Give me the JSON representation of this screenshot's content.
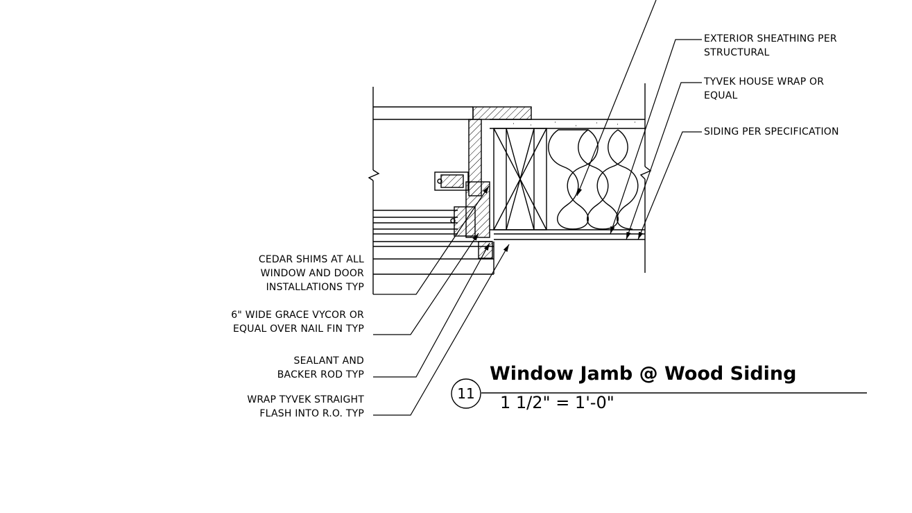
{
  "notes": {
    "exterior_sheathing": [
      "EXTERIOR SHEATHING PER",
      "STRUCTURAL"
    ],
    "tyvek_wrap": [
      "TYVEK HOUSE WRAP OR",
      "EQUAL"
    ],
    "siding": [
      "SIDING PER SPECIFICATION"
    ],
    "cedar_shims": [
      "CEDAR SHIMS AT ALL",
      "WINDOW AND DOOR",
      "INSTALLATIONS TYP"
    ],
    "grace_vycor": [
      "6\" WIDE GRACE VYCOR OR",
      "EQUAL OVER NAIL FIN TYP"
    ],
    "sealant": [
      "SEALANT AND",
      "BACKER ROD TYP"
    ],
    "wrap_tyvek": [
      "WRAP TYVEK STRAIGHT",
      "FLASH INTO R.O. TYP"
    ]
  },
  "detail": {
    "number": "11",
    "title": "Window Jamb @ Wood Siding",
    "scale": "1 1/2\" = 1'-0\""
  }
}
